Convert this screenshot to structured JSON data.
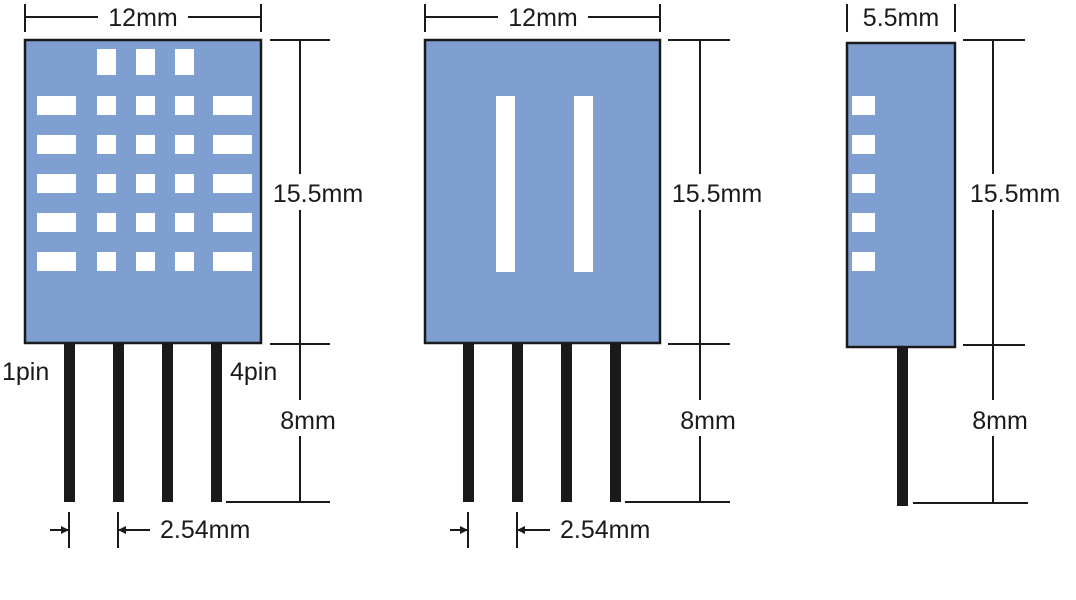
{
  "front_view": {
    "width_label": "12mm",
    "height_label": "15.5mm",
    "pin_length_label": "8mm",
    "pitch_label": "2.54mm",
    "first_pin_label": "1pin",
    "last_pin_label": "4pin"
  },
  "back_view": {
    "width_label": "12mm",
    "height_label": "15.5mm",
    "pin_length_label": "8mm",
    "pitch_label": "2.54mm"
  },
  "side_view": {
    "width_label": "5.5mm",
    "height_label": "15.5mm",
    "pin_length_label": "8mm"
  },
  "colors": {
    "body": "#809fd1",
    "outline": "#1a1a1a",
    "vent": "#ffffff"
  }
}
